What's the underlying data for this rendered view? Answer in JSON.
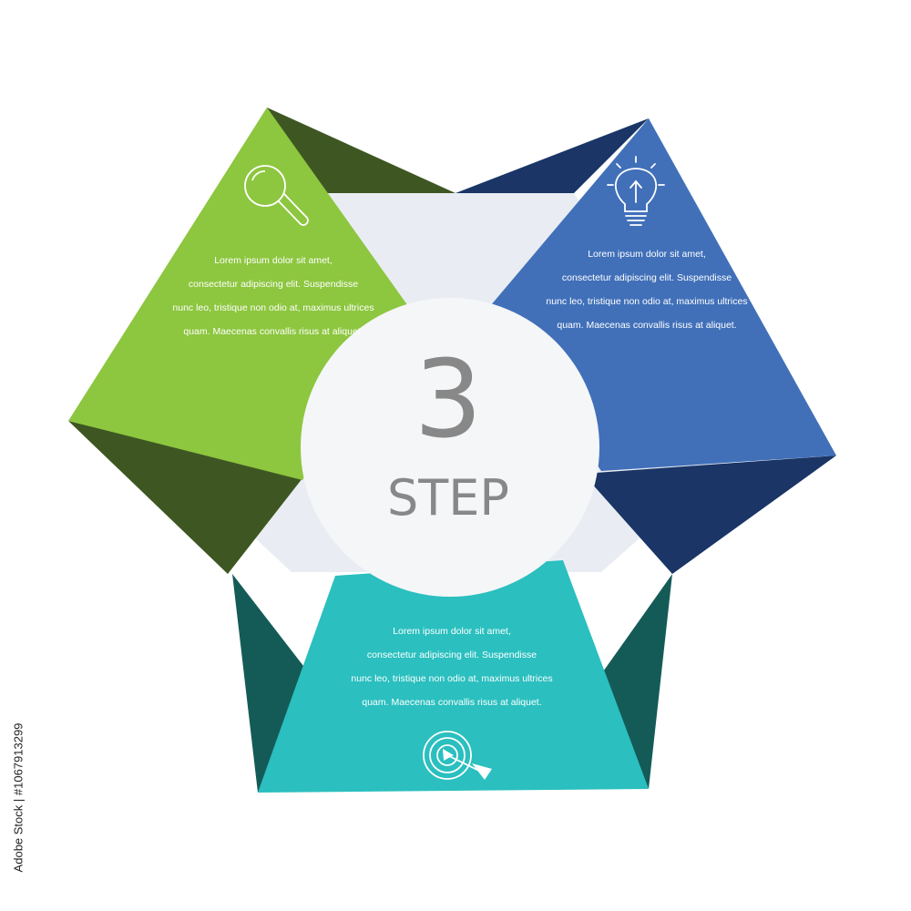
{
  "center": {
    "number": "3",
    "label": "STEP"
  },
  "steps": [
    {
      "id": "green",
      "color": "#8dc63f",
      "shade": "#3e5722",
      "icon": "magnifier-icon",
      "lines": [
        "Lorem ipsum dolor sit amet,",
        "consectetur adipiscing elit. Suspendisse",
        "nunc leo, tristique non odio at, maximus ultrices",
        "quam. Maecenas convallis risus at aliquet."
      ]
    },
    {
      "id": "blue",
      "color": "#4170b9",
      "shade": "#1a3566",
      "icon": "lightbulb-icon",
      "lines": [
        "Lorem ipsum dolor sit amet,",
        "consectetur adipiscing elit. Suspendisse",
        "nunc leo, tristique non odio at, maximus ultrices",
        "quam. Maecenas convallis risus at aliquet."
      ]
    },
    {
      "id": "teal",
      "color": "#2bbfbf",
      "shade": "#145b57",
      "icon": "target-arrow-icon",
      "lines": [
        "Lorem ipsum dolor sit amet,",
        "consectetur adipiscing elit. Suspendisse",
        "nunc leo, tristique non odio at, maximus ultrices",
        "quam. Maecenas convallis risus at aliquet."
      ]
    }
  ],
  "colors": {
    "inner_triangle": "#e9edf3",
    "circle": "#f5f6f8",
    "center_text": "#888888"
  },
  "stock_id": "Adobe Stock | #1067913299"
}
